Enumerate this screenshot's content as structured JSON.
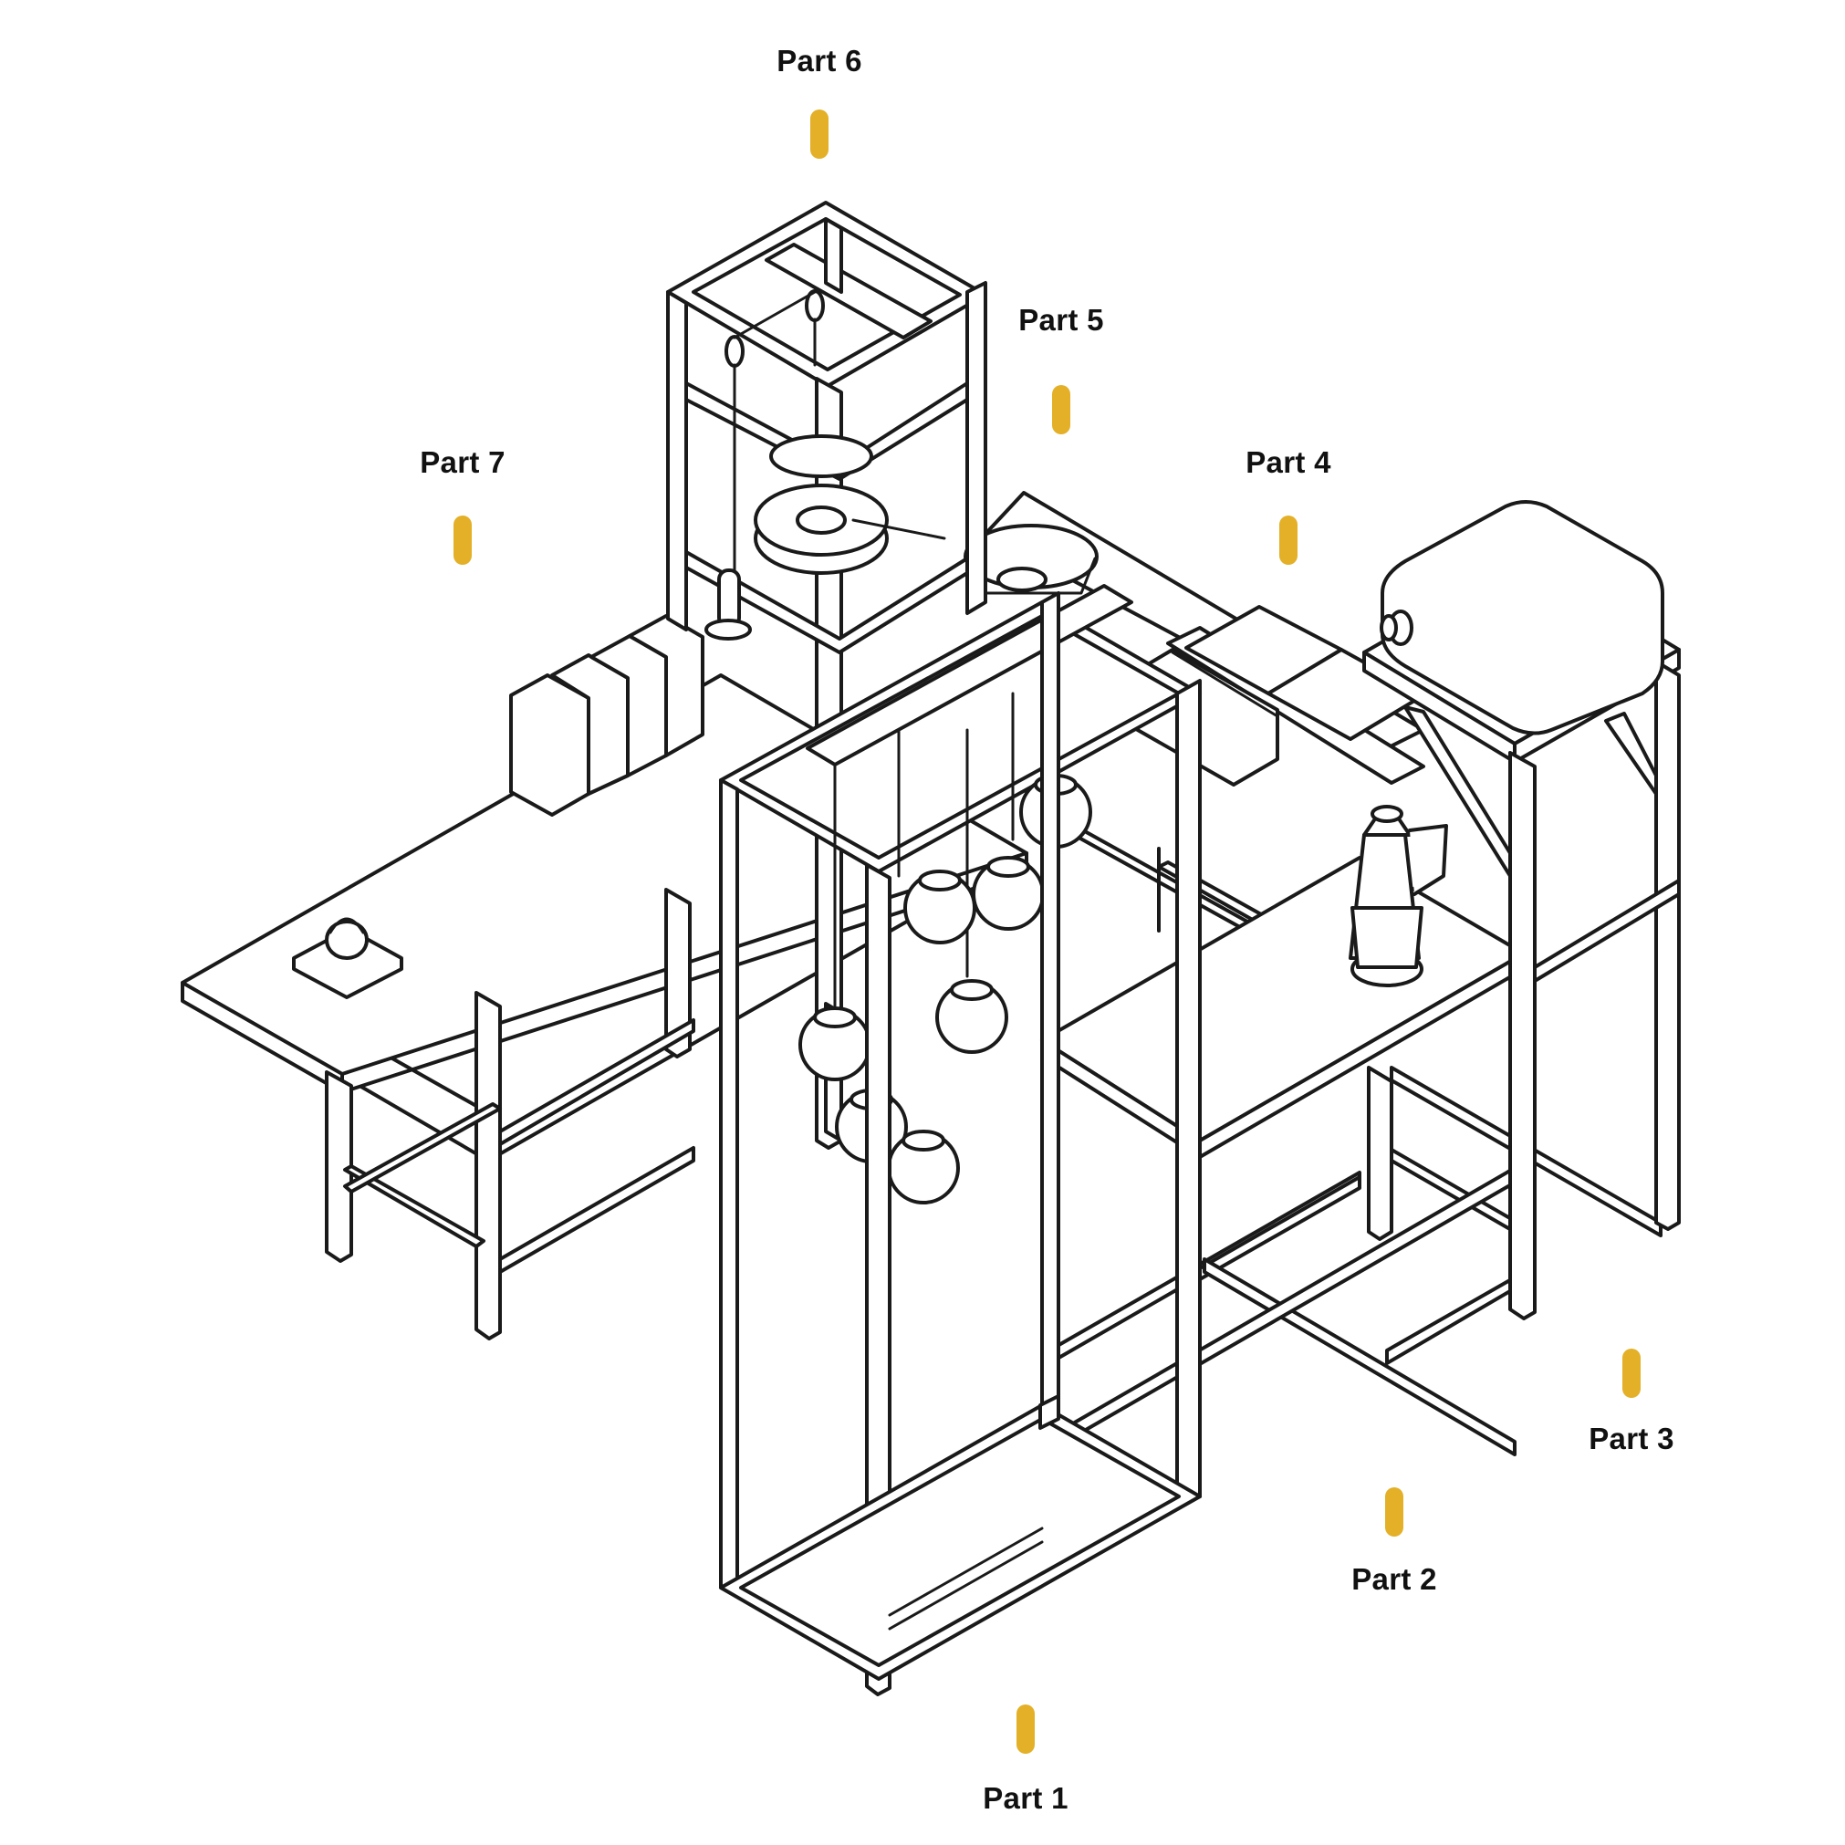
{
  "accent_color": "#e3b028",
  "line_color": "#1a1a1a",
  "parts": [
    {
      "label": "Part 1"
    },
    {
      "label": "Part 2"
    },
    {
      "label": "Part 3"
    },
    {
      "label": "Part 4"
    },
    {
      "label": "Part 5"
    },
    {
      "label": "Part 6"
    },
    {
      "label": "Part 7"
    }
  ]
}
